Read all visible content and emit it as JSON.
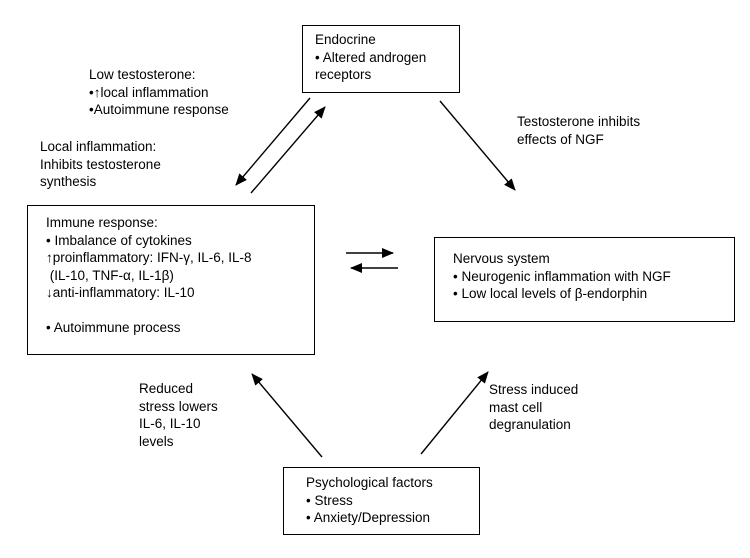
{
  "boxes": {
    "endocrine": {
      "lines": [
        "Endocrine",
        "• Altered androgen",
        "receptors"
      ]
    },
    "immune": {
      "lines": [
        "Immune response:",
        "• Imbalance of cytokines",
        "↑proinflammatory: IFN-γ, IL-6, IL-8",
        " (IL-10, TNF-α, IL-1β)",
        "↓anti-inflammatory: IL-10",
        "",
        "• Autoimmune process"
      ]
    },
    "nervous": {
      "lines": [
        "Nervous system",
        "• Neurogenic inflammation with NGF",
        "• Low local levels of β-endorphin"
      ]
    },
    "psychological": {
      "lines": [
        "Psychological factors",
        "• Stress",
        "• Anxiety/Depression"
      ]
    }
  },
  "labels": {
    "low_testosterone": {
      "lines": [
        "Low testosterone:",
        "•↑local inflammation",
        "•Autoimmune response"
      ]
    },
    "local_inflammation": {
      "lines": [
        "Local inflammation:",
        "Inhibits testosterone",
        "synthesis"
      ]
    },
    "testosterone_ngf": {
      "lines": [
        "Testosterone inhibits",
        "effects of NGF"
      ]
    },
    "reduced_stress": {
      "lines": [
        "Reduced",
        "stress lowers",
        "IL-6, IL-10",
        "levels"
      ]
    },
    "stress_mast": {
      "lines": [
        "Stress induced",
        "mast cell",
        "degranulation"
      ]
    }
  },
  "colors": {
    "ink": "#000000",
    "background": "#ffffff"
  }
}
